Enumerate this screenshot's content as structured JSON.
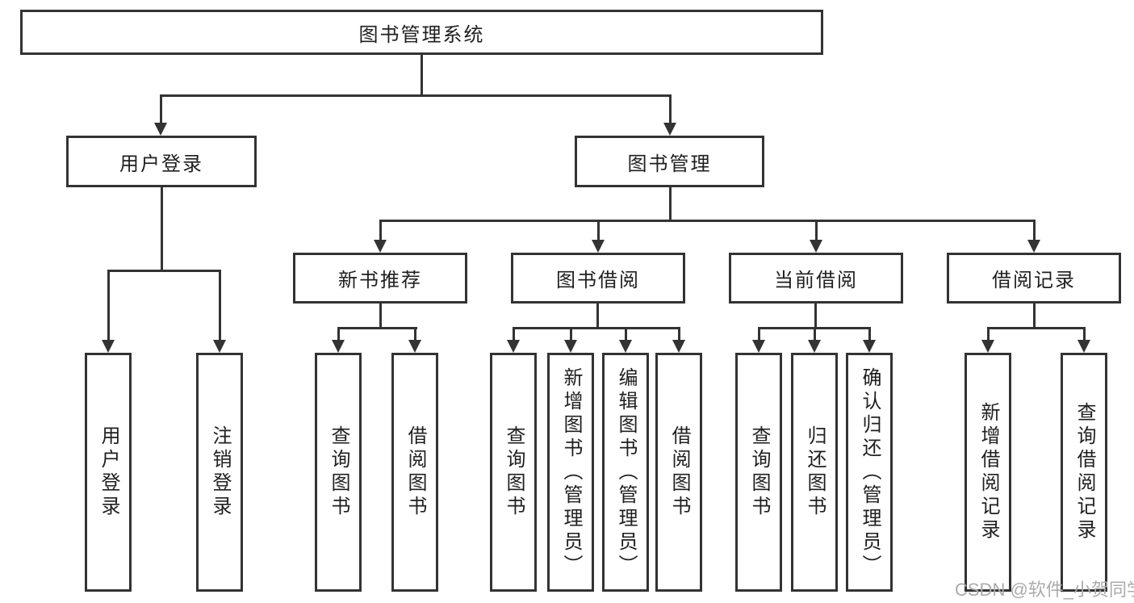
{
  "diagram": {
    "root": {
      "label": "图书管理系统"
    },
    "level2": [
      {
        "label": "用户登录"
      },
      {
        "label": "图书管理"
      }
    ],
    "level3": [
      {
        "label": "新书推荐"
      },
      {
        "label": "图书借阅"
      },
      {
        "label": "当前借阅"
      },
      {
        "label": "借阅记录"
      }
    ],
    "leaves": [
      {
        "label": "用户登录"
      },
      {
        "label": "注销登录"
      },
      {
        "label": "查询图书"
      },
      {
        "label": "借阅图书"
      },
      {
        "label": "查询图书"
      },
      {
        "label": "新增图书（管理员）"
      },
      {
        "label": "编辑图书（管理员）"
      },
      {
        "label": "借阅图书"
      },
      {
        "label": "查询图书"
      },
      {
        "label": "归还图书"
      },
      {
        "label": "确认归还（管理员）"
      },
      {
        "label": "新增借阅记录"
      },
      {
        "label": "查询借阅记录"
      }
    ]
  },
  "watermark": {
    "text": "CSDN @软件_小贺同学"
  },
  "colors": {
    "line": "#333333",
    "text": "#1f1f1f",
    "watermark": "#ababab",
    "background": "#ffffff"
  }
}
